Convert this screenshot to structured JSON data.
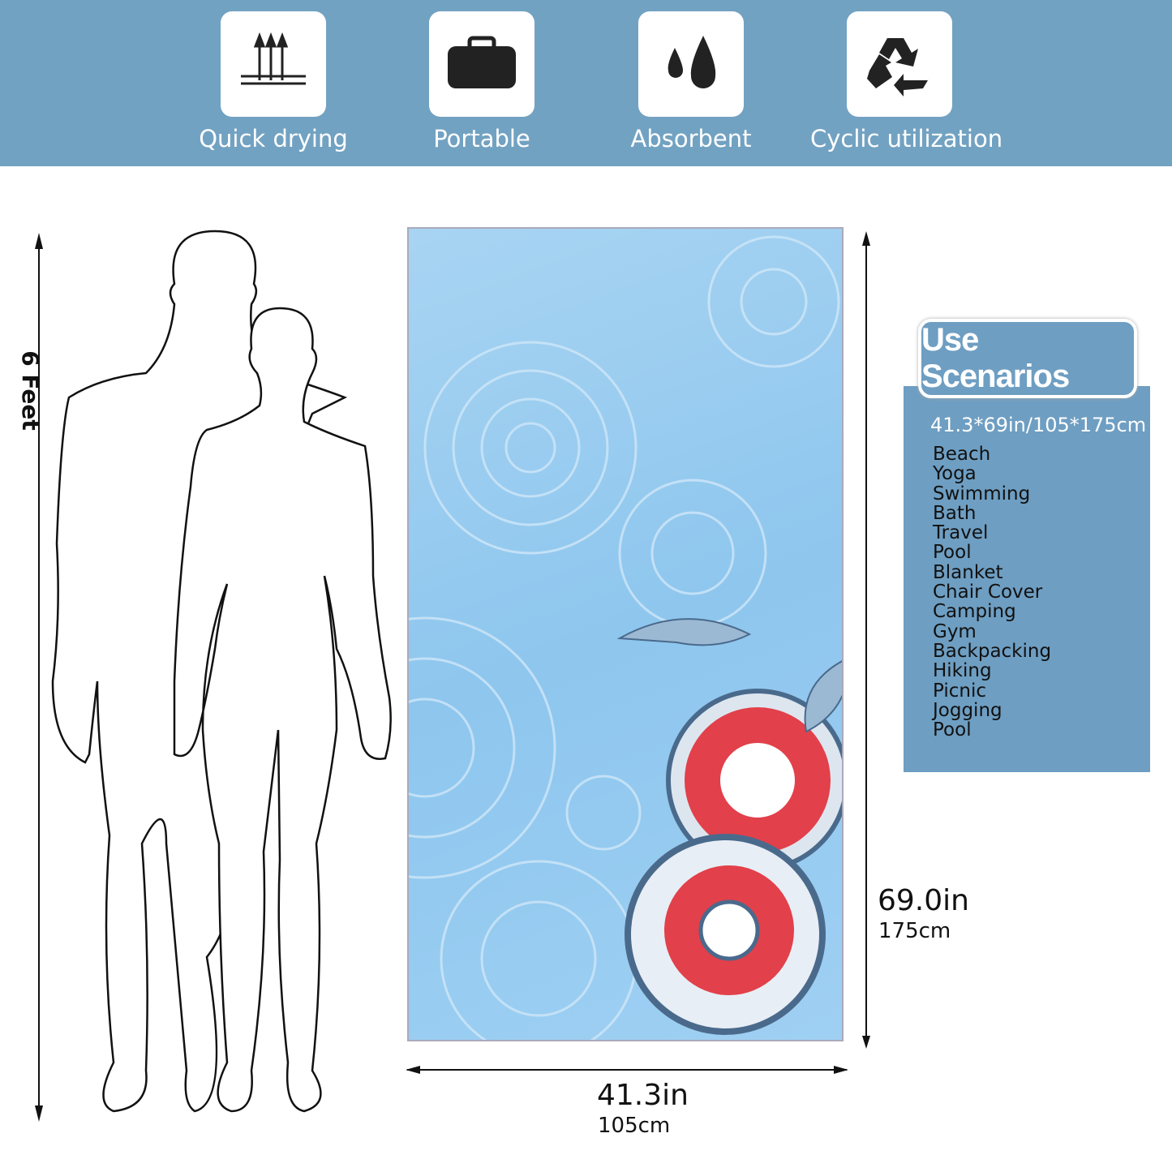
{
  "features": [
    {
      "label": "Quick drying",
      "icon": "quick-drying-icon"
    },
    {
      "label": "Portable",
      "icon": "bag-icon"
    },
    {
      "label": "Absorbent",
      "icon": "water-drops-icon"
    },
    {
      "label": "Cyclic utilization",
      "icon": "recycle-icon"
    }
  ],
  "height_label": "6 Feet",
  "towel": {
    "height_in": "69.0in",
    "height_cm": "175cm",
    "width_in": "41.3in",
    "width_cm": "105cm"
  },
  "scenarios": {
    "title": "Use Scenarios",
    "size": "41.3*69in/105*175cm",
    "items": [
      "Beach",
      "Yoga",
      "Swimming",
      "Bath",
      "Travel",
      "Pool",
      "Blanket",
      "Chair Cover",
      "Camping",
      "Gym",
      "Backpacking",
      "Hiking",
      "Picnic",
      "Jogging",
      "Pool"
    ]
  },
  "colors": {
    "banner": "#72a2c2",
    "panel": "#6e9ec2",
    "towel": "#9ccff2",
    "flower": "#e2404a"
  }
}
